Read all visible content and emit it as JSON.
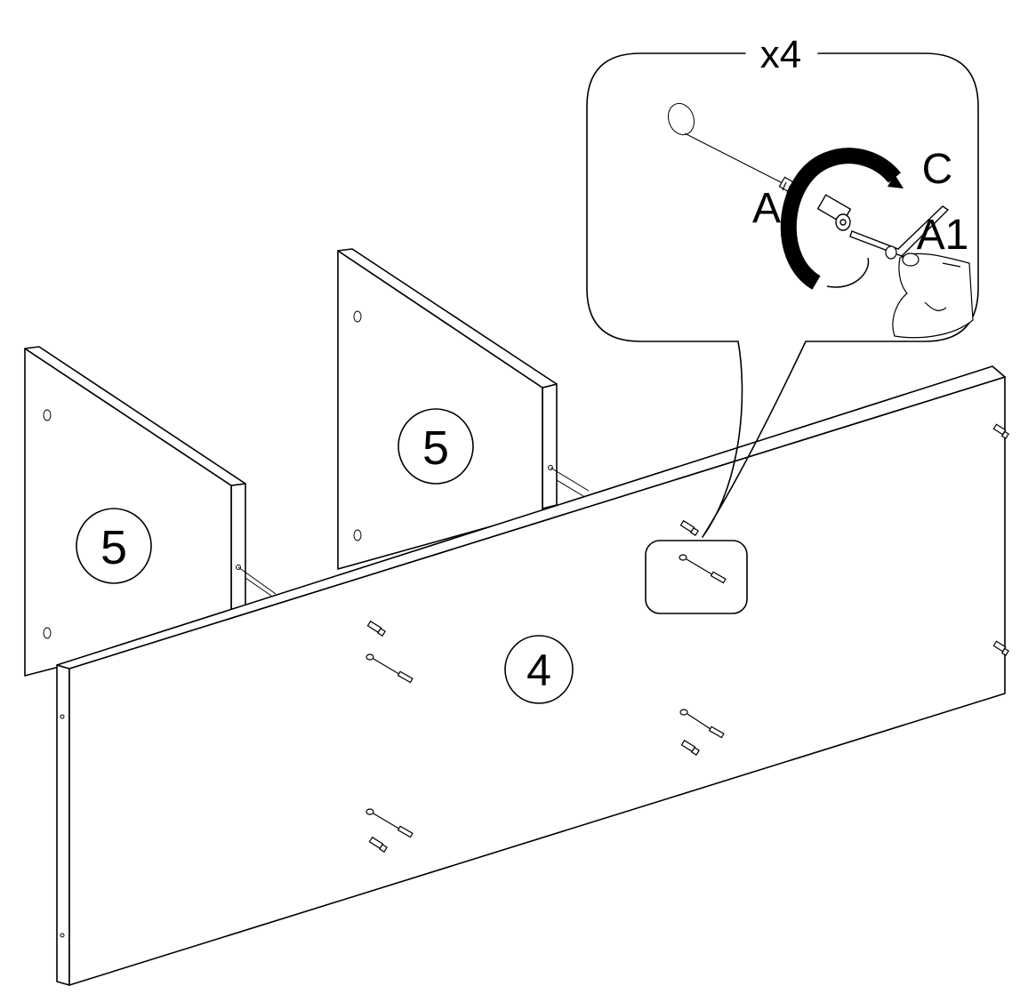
{
  "diagram": {
    "callout_quantity": "x4",
    "parts": {
      "side_panel_left": "5",
      "side_panel_right": "5",
      "back_panel": "4"
    },
    "detail_labels": {
      "dowel": "A",
      "cam_bolt": "A1",
      "hex_key": "C"
    }
  },
  "colors": {
    "line": "#000000",
    "background": "#ffffff"
  }
}
